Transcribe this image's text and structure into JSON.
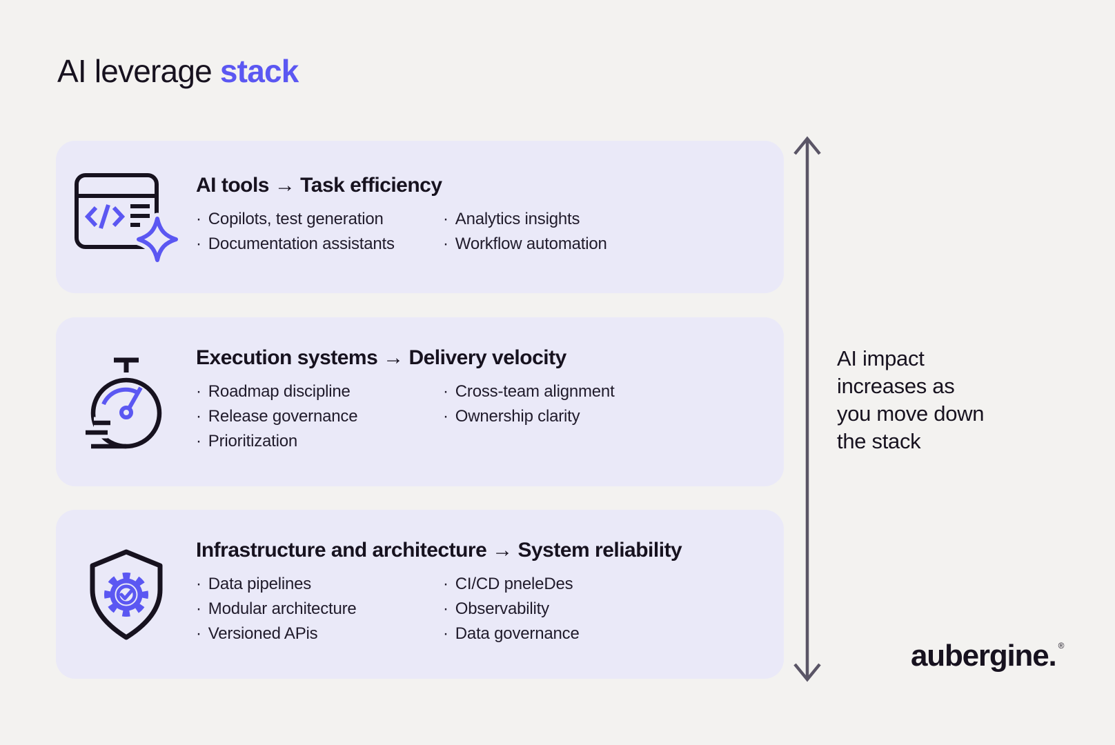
{
  "title": {
    "regular": "AI leverage ",
    "accent": "stack"
  },
  "cards": [
    {
      "icon": "code-window-sparkle-icon",
      "heading": "AI tools → Task efficiency",
      "col1": [
        "Copilots, test generation",
        "Documentation assistants"
      ],
      "col2": [
        "Analytics insights",
        "Workflow automation"
      ]
    },
    {
      "icon": "speedometer-icon",
      "heading": "Execution systems → Delivery velocity",
      "col1": [
        "Roadmap discipline",
        "Release governance",
        "Prioritization"
      ],
      "col2": [
        "Cross-team alignment",
        "Ownership clarity"
      ]
    },
    {
      "icon": "shield-gear-icon",
      "heading": "Infrastructure and architecture → System reliability",
      "col1": [
        "Data pipelines",
        "Modular architecture",
        "Versioned APis"
      ],
      "col2": [
        "CI/CD pneleDes",
        "Observability",
        "Data governance"
      ]
    }
  ],
  "side_note": "AI impact\nincreases as\nyou move down\nthe stack",
  "logo": {
    "text": "aubergine.",
    "reg": "®"
  },
  "colors": {
    "page_bg": "#F3F2F0",
    "card_bg": "#EAE9F8",
    "accent": "#5B57F2",
    "ink": "#17121F",
    "arrow": "#5A5566"
  }
}
